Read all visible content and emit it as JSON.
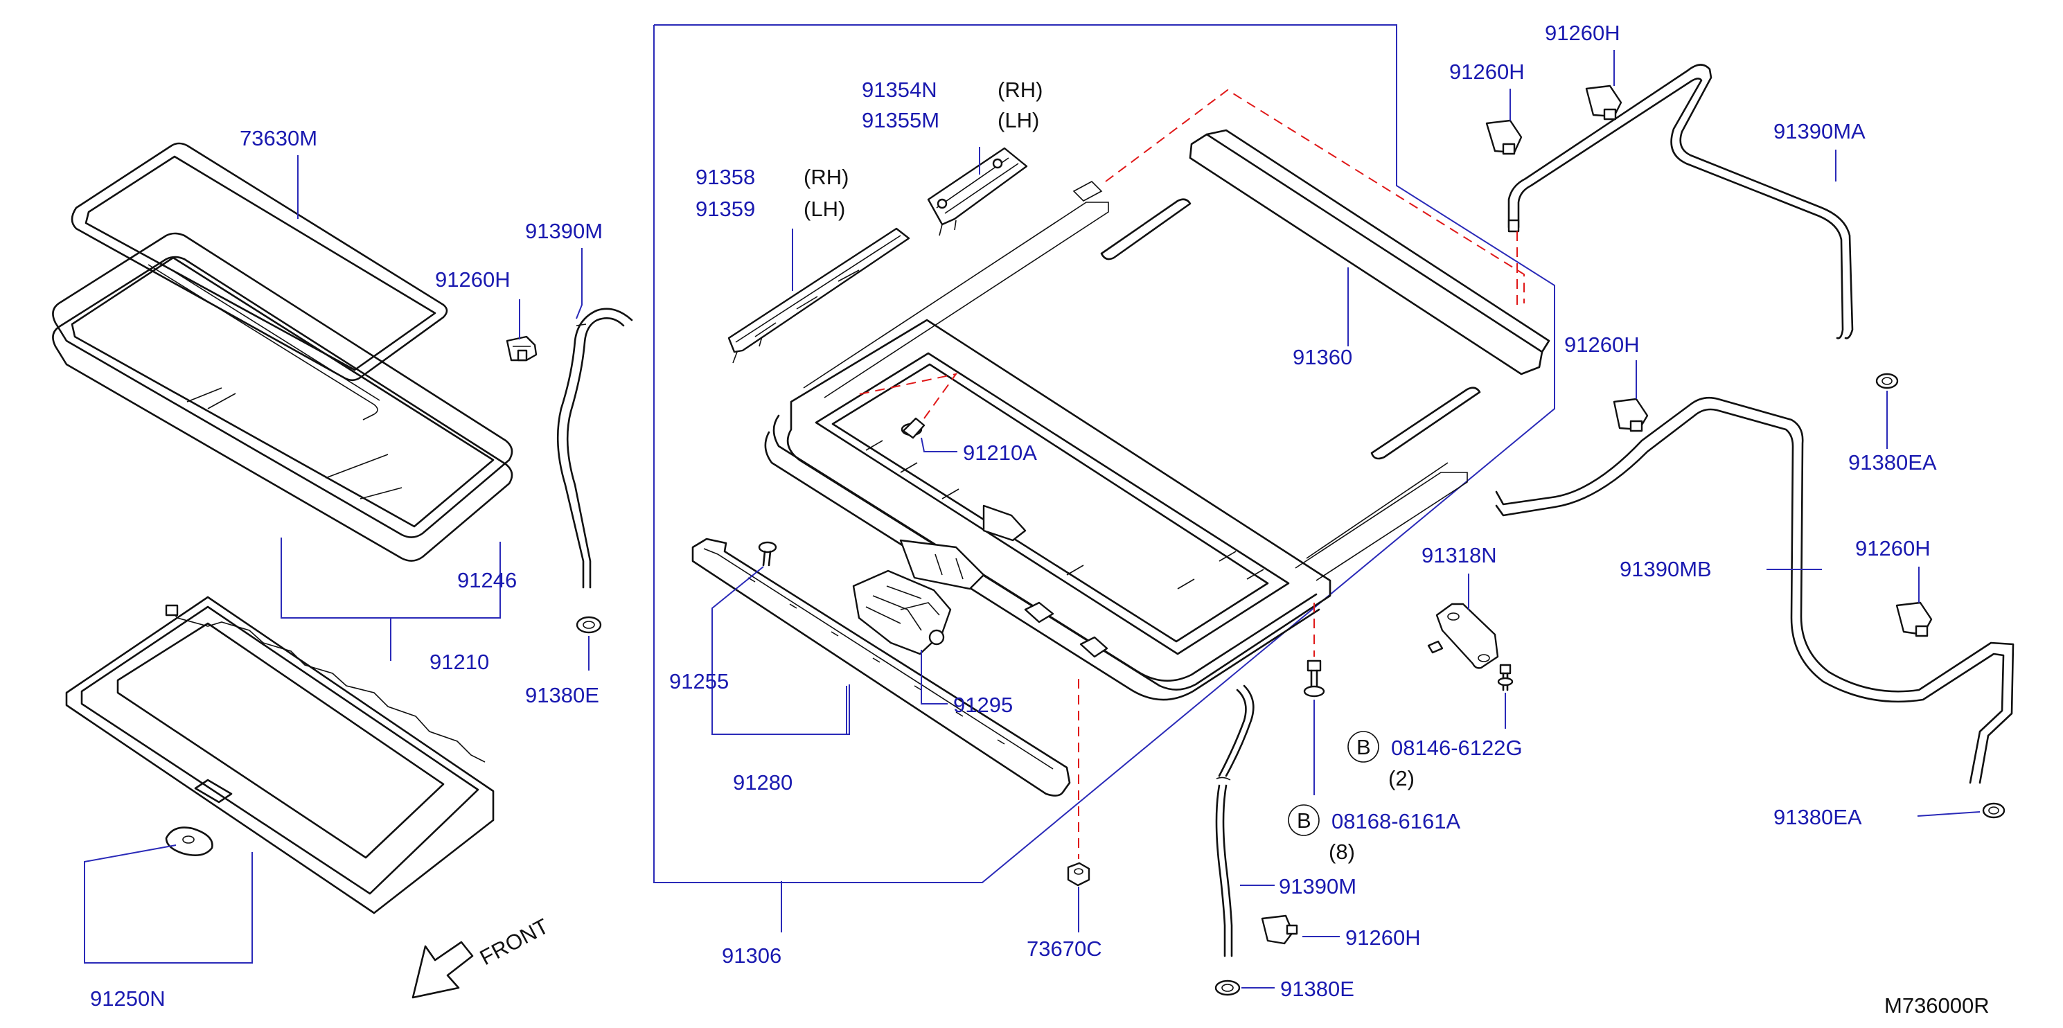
{
  "diagram_id": "M736000R",
  "front_label": "FRONT",
  "side_rh": "(RH)",
  "side_lh": "(LH)",
  "parts": {
    "p73630M": "73630M",
    "p91390M": "91390M",
    "p91260H": "91260H",
    "p91246": "91246",
    "p91210": "91210",
    "p91380E": "91380E",
    "p91250N": "91250N",
    "p91354N": "91354N",
    "p91355M": "91355M",
    "p91358": "91358",
    "p91359": "91359",
    "p91360": "91360",
    "p91210A": "91210A",
    "p91255": "91255",
    "p91295": "91295",
    "p91280": "91280",
    "p91306": "91306",
    "p73670C": "73670C",
    "p91318N": "91318N",
    "p08146": "08146-6122G",
    "p08168": "08168-6161A",
    "p91390MA": "91390MA",
    "p91390MB": "91390MB",
    "p91380EA": "91380EA"
  },
  "bolt_marker": "B",
  "qty_2": "(2)",
  "qty_8": "(8)"
}
